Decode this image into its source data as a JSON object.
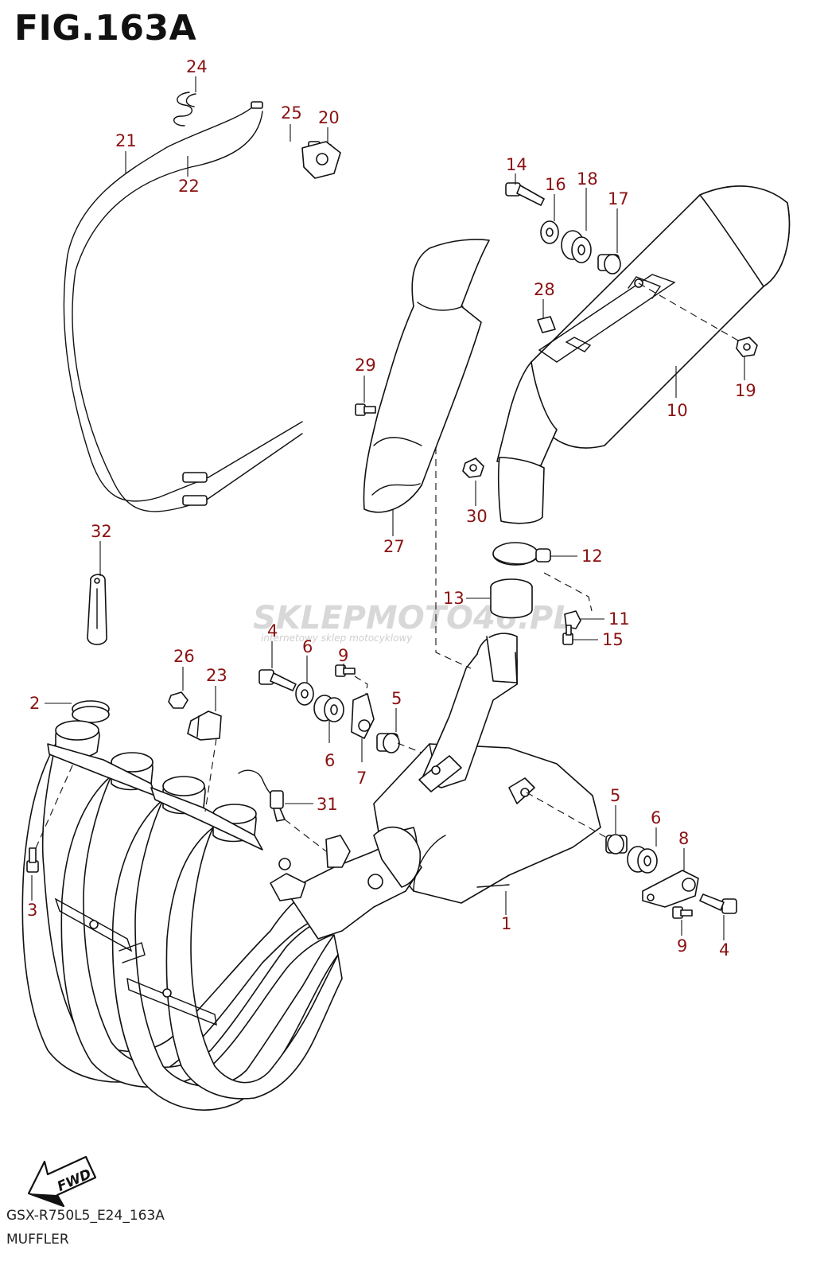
{
  "title": "FIG.163A",
  "footer": {
    "code": "GSX-R750L5_E24_163A",
    "name": "MUFFLER"
  },
  "watermark": {
    "brand": "SKLEPMOTO46.PL",
    "tagline": "internetowy sklep motocyklowy"
  },
  "fwd_label": "FWD",
  "colors": {
    "callout": "#8b1212",
    "line": "#111111"
  },
  "callouts": [
    {
      "id": "c24",
      "text": "24"
    },
    {
      "id": "c25",
      "text": "25"
    },
    {
      "id": "c20",
      "text": "20"
    },
    {
      "id": "c21",
      "text": "21"
    },
    {
      "id": "c22",
      "text": "22"
    },
    {
      "id": "c14",
      "text": "14"
    },
    {
      "id": "c16",
      "text": "16"
    },
    {
      "id": "c18",
      "text": "18"
    },
    {
      "id": "c17",
      "text": "17"
    },
    {
      "id": "c28",
      "text": "28"
    },
    {
      "id": "c29",
      "text": "29"
    },
    {
      "id": "c19",
      "text": "19"
    },
    {
      "id": "c10",
      "text": "10"
    },
    {
      "id": "c30",
      "text": "30"
    },
    {
      "id": "c32",
      "text": "32"
    },
    {
      "id": "c27",
      "text": "27"
    },
    {
      "id": "c12",
      "text": "12"
    },
    {
      "id": "c13",
      "text": "13"
    },
    {
      "id": "c11",
      "text": "11"
    },
    {
      "id": "c15",
      "text": "15"
    },
    {
      "id": "c4a",
      "text": "4"
    },
    {
      "id": "c6a",
      "text": "6"
    },
    {
      "id": "c9a",
      "text": "9"
    },
    {
      "id": "c26",
      "text": "26"
    },
    {
      "id": "c23",
      "text": "23"
    },
    {
      "id": "c2",
      "text": "2"
    },
    {
      "id": "c5a",
      "text": "5"
    },
    {
      "id": "c6b",
      "text": "6"
    },
    {
      "id": "c7",
      "text": "7"
    },
    {
      "id": "c31",
      "text": "31"
    },
    {
      "id": "c5b",
      "text": "5"
    },
    {
      "id": "c6c",
      "text": "6"
    },
    {
      "id": "c8",
      "text": "8"
    },
    {
      "id": "c3",
      "text": "3"
    },
    {
      "id": "c1",
      "text": "1"
    },
    {
      "id": "c9b",
      "text": "9"
    },
    {
      "id": "c4b",
      "text": "4"
    }
  ]
}
